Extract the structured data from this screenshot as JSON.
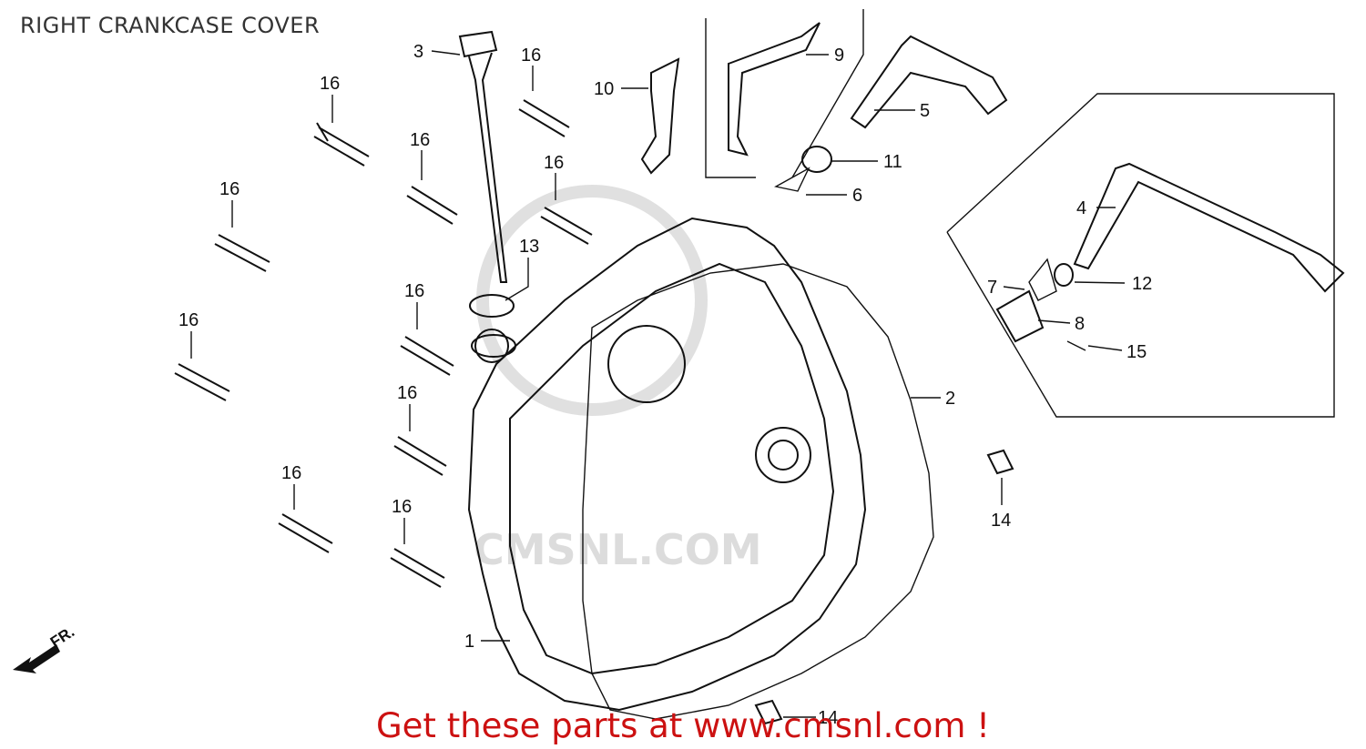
{
  "diagram": {
    "title": "RIGHT CRANKCASE COVER",
    "direction_label": "FR.",
    "watermark": "CMSNL.COM",
    "promo_text": "Get these parts at www.cmsnl.com !",
    "part_labels": {
      "p1": "1",
      "p2": "2",
      "p3": "3",
      "p4": "4",
      "p5": "5",
      "p6": "6",
      "p7": "7",
      "p8": "8",
      "p9": "9",
      "p10": "10",
      "p11": "11",
      "p12": "12",
      "p13": "13",
      "p14": "14",
      "p15": "15",
      "p16": "16"
    },
    "colors": {
      "line": "#111111",
      "promo": "#cc1111",
      "watermark": "#d9d9d9"
    }
  }
}
